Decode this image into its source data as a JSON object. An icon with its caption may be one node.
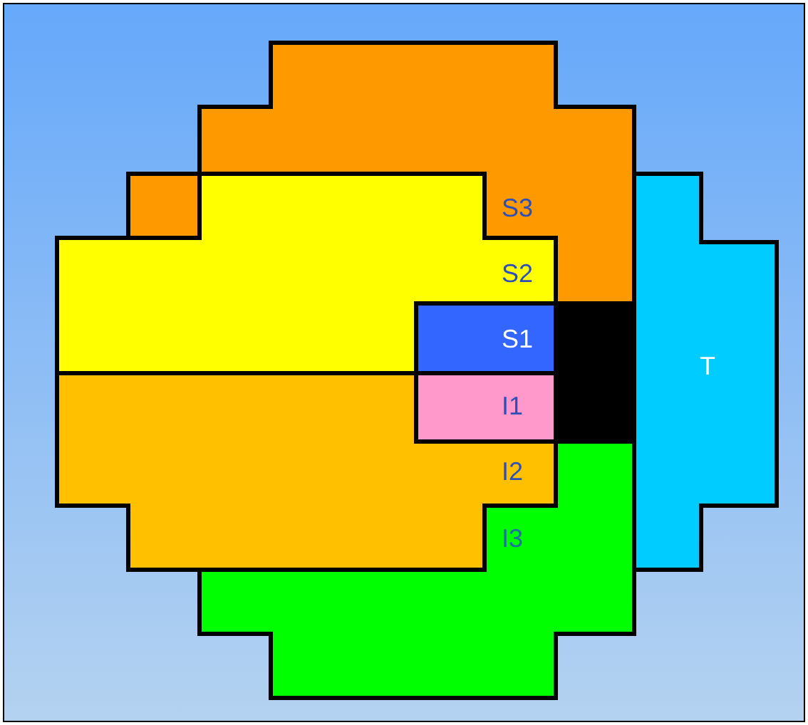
{
  "diagram": {
    "nodes": [
      {
        "text": [
          "S3"
        ]
      },
      {
        "text": [
          "S2"
        ]
      },
      {
        "text": [
          "S1"
        ]
      },
      {
        "text": [],
        "shape": "box"
      },
      {
        "text": [
          "T"
        ]
      },
      {
        "text": [
          "I1"
        ]
      },
      {
        "text": [
          "I2"
        ]
      },
      {
        "text": [
          "I3"
        ]
      }
    ]
  }
}
